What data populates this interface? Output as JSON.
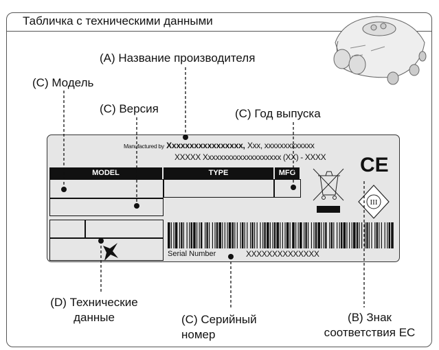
{
  "title": "Табличка с техническими данными",
  "callouts": {
    "manufacturer": "(A) Название производителя",
    "model": "(C) Модель",
    "version": "(C) Версия",
    "year": "(C) Год выпуска",
    "tech_line1": "(D) Технические",
    "tech_line2": "данные",
    "serial_line1": "(C) Серийный",
    "serial_line2": "номер",
    "ce_line1": "(B) Знак",
    "ce_line2": "соответствия ЕС"
  },
  "plate": {
    "manufactured_by": "Manufactured by",
    "manufacturer_name": "Xxxxxxxxxxxxxxxxx,",
    "address_line1": "Xxx, xxxxxxxxxxxxx",
    "address_line2": "XXXXX Xxxxxxxxxxxxxxxxxxxx (XX) - XXXX",
    "headers": {
      "model": "MODEL",
      "type": "TYPE",
      "mfg": "MFG"
    },
    "serial_label": "Serial Number",
    "serial_value": "XXXXXXXXXXXXXX",
    "ce_mark": "CE",
    "class_mark": "III"
  },
  "icons": [
    "robot-lawnmower-icon",
    "weee-crossed-bin-icon",
    "ce-mark-icon",
    "class-iii-icon",
    "barcode-icon",
    "tech-data-star-icon"
  ]
}
